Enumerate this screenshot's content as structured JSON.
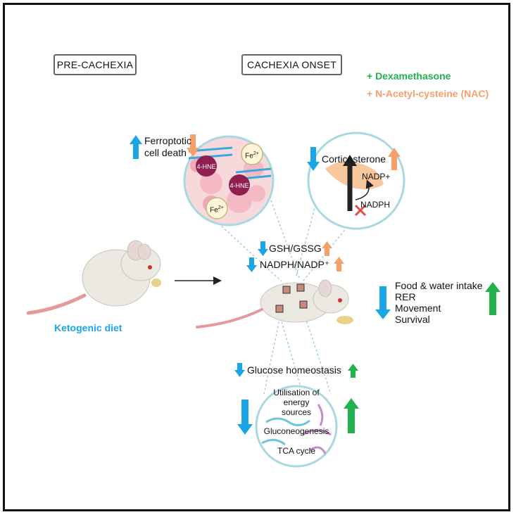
{
  "stages": {
    "pre": "PRE-CACHEXIA",
    "onset": "CACHEXIA ONSET"
  },
  "treatments": {
    "dex": "+ Dexamethasone",
    "nac": "+ N-Acetyl-cysteine (NAC)"
  },
  "diet_label": "Ketogenic diet",
  "ferroptosis": {
    "line1": "Ferroptotic",
    "line2": "cell death",
    "iron": "Fe",
    "iron_charge": "2+",
    "hne": "4-HNE"
  },
  "adrenal": {
    "corticosterone": "Corticosterone",
    "nadp_plus": "NADP+",
    "nadph": "NADPH"
  },
  "redox": {
    "gsh": "GSH/GSSG",
    "nadph": "NADPH/NADP⁺"
  },
  "phenotype": [
    "Food & water intake",
    "RER",
    "Movement",
    "Survival"
  ],
  "glucose": {
    "title": "Glucose homeostasis",
    "utilisation": "Utilisation of energy sources",
    "gluconeogenesis": "Gluconeogenesis",
    "tca": "TCA cycle"
  },
  "colors": {
    "down_blue": "#1aa6e6",
    "dex_green": "#22b14c",
    "nac_orange": "#f5a06a",
    "circle_edge": "#a9d8e0",
    "dot_line": "#8fc9cf"
  }
}
